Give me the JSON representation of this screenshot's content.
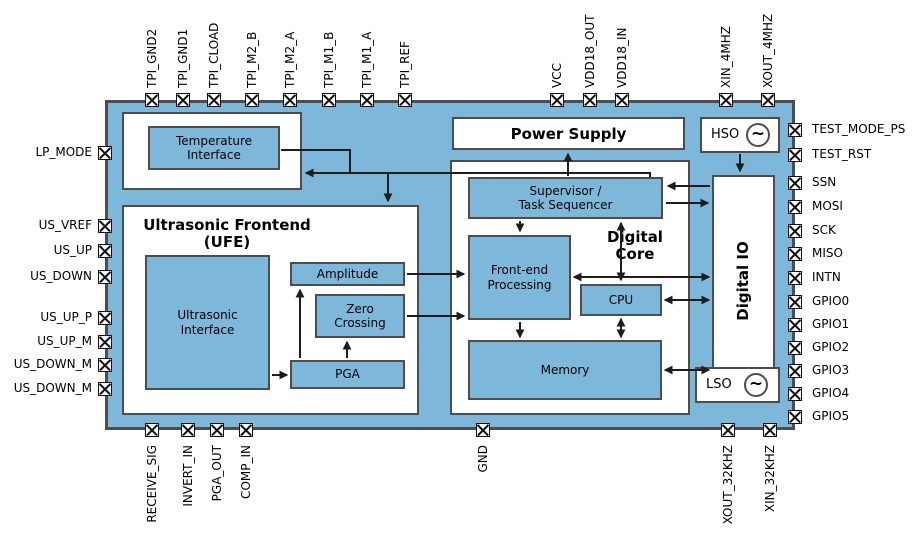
{
  "colors": {
    "chip_fill": "#7db8da",
    "box_border": "#4d4d4d",
    "line": "#1d1d1d"
  },
  "blocks": {
    "temp": {
      "l1": "Temperature",
      "l2": "Interface"
    },
    "power": "Power Supply",
    "hso": "HSO",
    "lso": "LSO",
    "osc_glyph": "~",
    "supervisor": {
      "l1": "Supervisor /",
      "l2": "Task Sequencer"
    },
    "frontend": {
      "l1": "Front-end",
      "l2": "Processing"
    },
    "cpu": "CPU",
    "memory": "Memory",
    "digital_core": {
      "l1": "Digital",
      "l2": "Core"
    },
    "digital_io": "Digital IO",
    "ufe_title": {
      "l1": "Ultrasonic Frontend",
      "l2": "(UFE)"
    },
    "us_interface": {
      "l1": "Ultrasonic",
      "l2": "Interface"
    },
    "amplitude": "Amplitude",
    "zero_crossing": {
      "l1": "Zero",
      "l2": "Crossing"
    },
    "pga": "PGA"
  },
  "pins": {
    "top": [
      "TPI_GND2",
      "TPI_GND1",
      "TPI_CLOAD",
      "TPI_M2_B",
      "TPI_M2_A",
      "TPI_M1_B",
      "TPI_M1_A",
      "TPI_REF",
      "VCC",
      "VDD18_OUT",
      "VDD18_IN",
      "XIN_4MHZ",
      "XOUT_4MHZ"
    ],
    "left": [
      "LP_MODE",
      "US_VREF",
      "US_UP",
      "US_DOWN",
      "US_UP_P",
      "US_UP_M",
      "US_DOWN_M",
      "US_DOWN_M"
    ],
    "right": [
      "TEST_MODE_PS",
      "TEST_RST",
      "SSN",
      "MOSI",
      "SCK",
      "MISO",
      "INTN",
      "GPIO0",
      "GPIO1",
      "GPIO2",
      "GPIO3",
      "GPIO4",
      "GPIO5"
    ],
    "bottom": [
      "RECEIVE_SIG",
      "INVERT_IN",
      "PGA_OUT",
      "COMP_IN",
      "GND",
      "XOUT_32KHZ",
      "XIN_32KHZ"
    ]
  }
}
